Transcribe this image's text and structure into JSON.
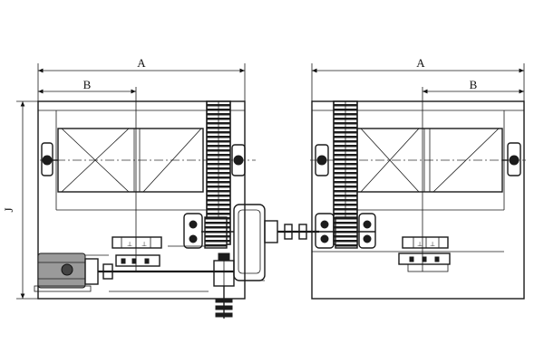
{
  "dimensions": {
    "left_A": "A",
    "left_B": "B",
    "right_A": "A",
    "right_B": "B",
    "height_J": "J"
  },
  "colors": {
    "line": "#1a1a1a",
    "motor_fill": "#9a9a9a",
    "background": "#ffffff"
  }
}
